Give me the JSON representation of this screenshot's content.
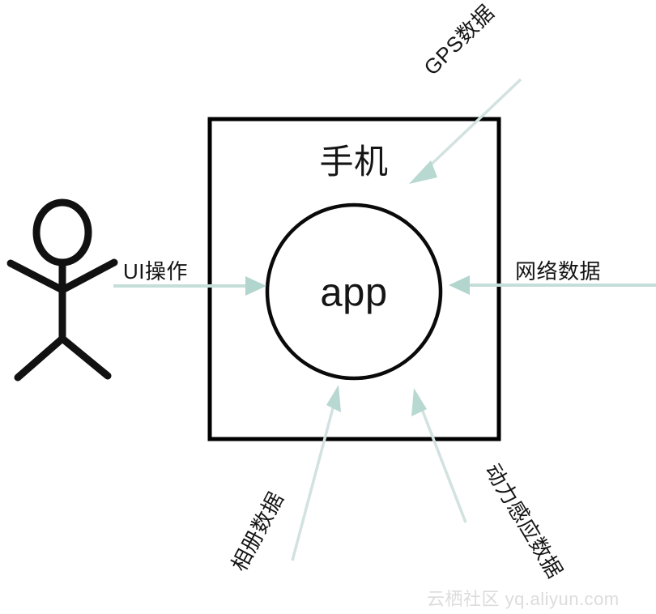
{
  "diagram": {
    "type": "block-arrow-diagram",
    "background_color": "#ffffff",
    "container": {
      "name": "phone",
      "label": "手机",
      "shape": "rectangle",
      "stroke_color": "#000000"
    },
    "core": {
      "name": "app",
      "label": "app",
      "shape": "circle",
      "stroke_color": "#000000"
    },
    "actor": {
      "name": "user",
      "shape": "stick-figure",
      "stroke_color": "#000000"
    },
    "arrow_color": "#b9dbd5",
    "flows": [
      {
        "id": "ui-operation",
        "label": "UI操作",
        "from": "user",
        "to": "app",
        "direction": "right",
        "rotation_deg": 0
      },
      {
        "id": "network-data",
        "label": "网络数据",
        "from": "network",
        "to": "app",
        "direction": "left",
        "rotation_deg": 0
      },
      {
        "id": "gps-data",
        "label": "GPS数据",
        "from": "gps",
        "to": "app",
        "direction": "down-left",
        "rotation_deg": -45
      },
      {
        "id": "album-data",
        "label": "相册数据",
        "from": "album",
        "to": "app",
        "direction": "up-right",
        "rotation_deg": -62
      },
      {
        "id": "motion-data",
        "label": "动力感应数据",
        "from": "motion-sensor",
        "to": "app",
        "direction": "up-left",
        "rotation_deg": 59
      }
    ]
  },
  "watermark": {
    "text": "云栖社区 yq.aliyun.com",
    "color": "#dcdcdc"
  }
}
